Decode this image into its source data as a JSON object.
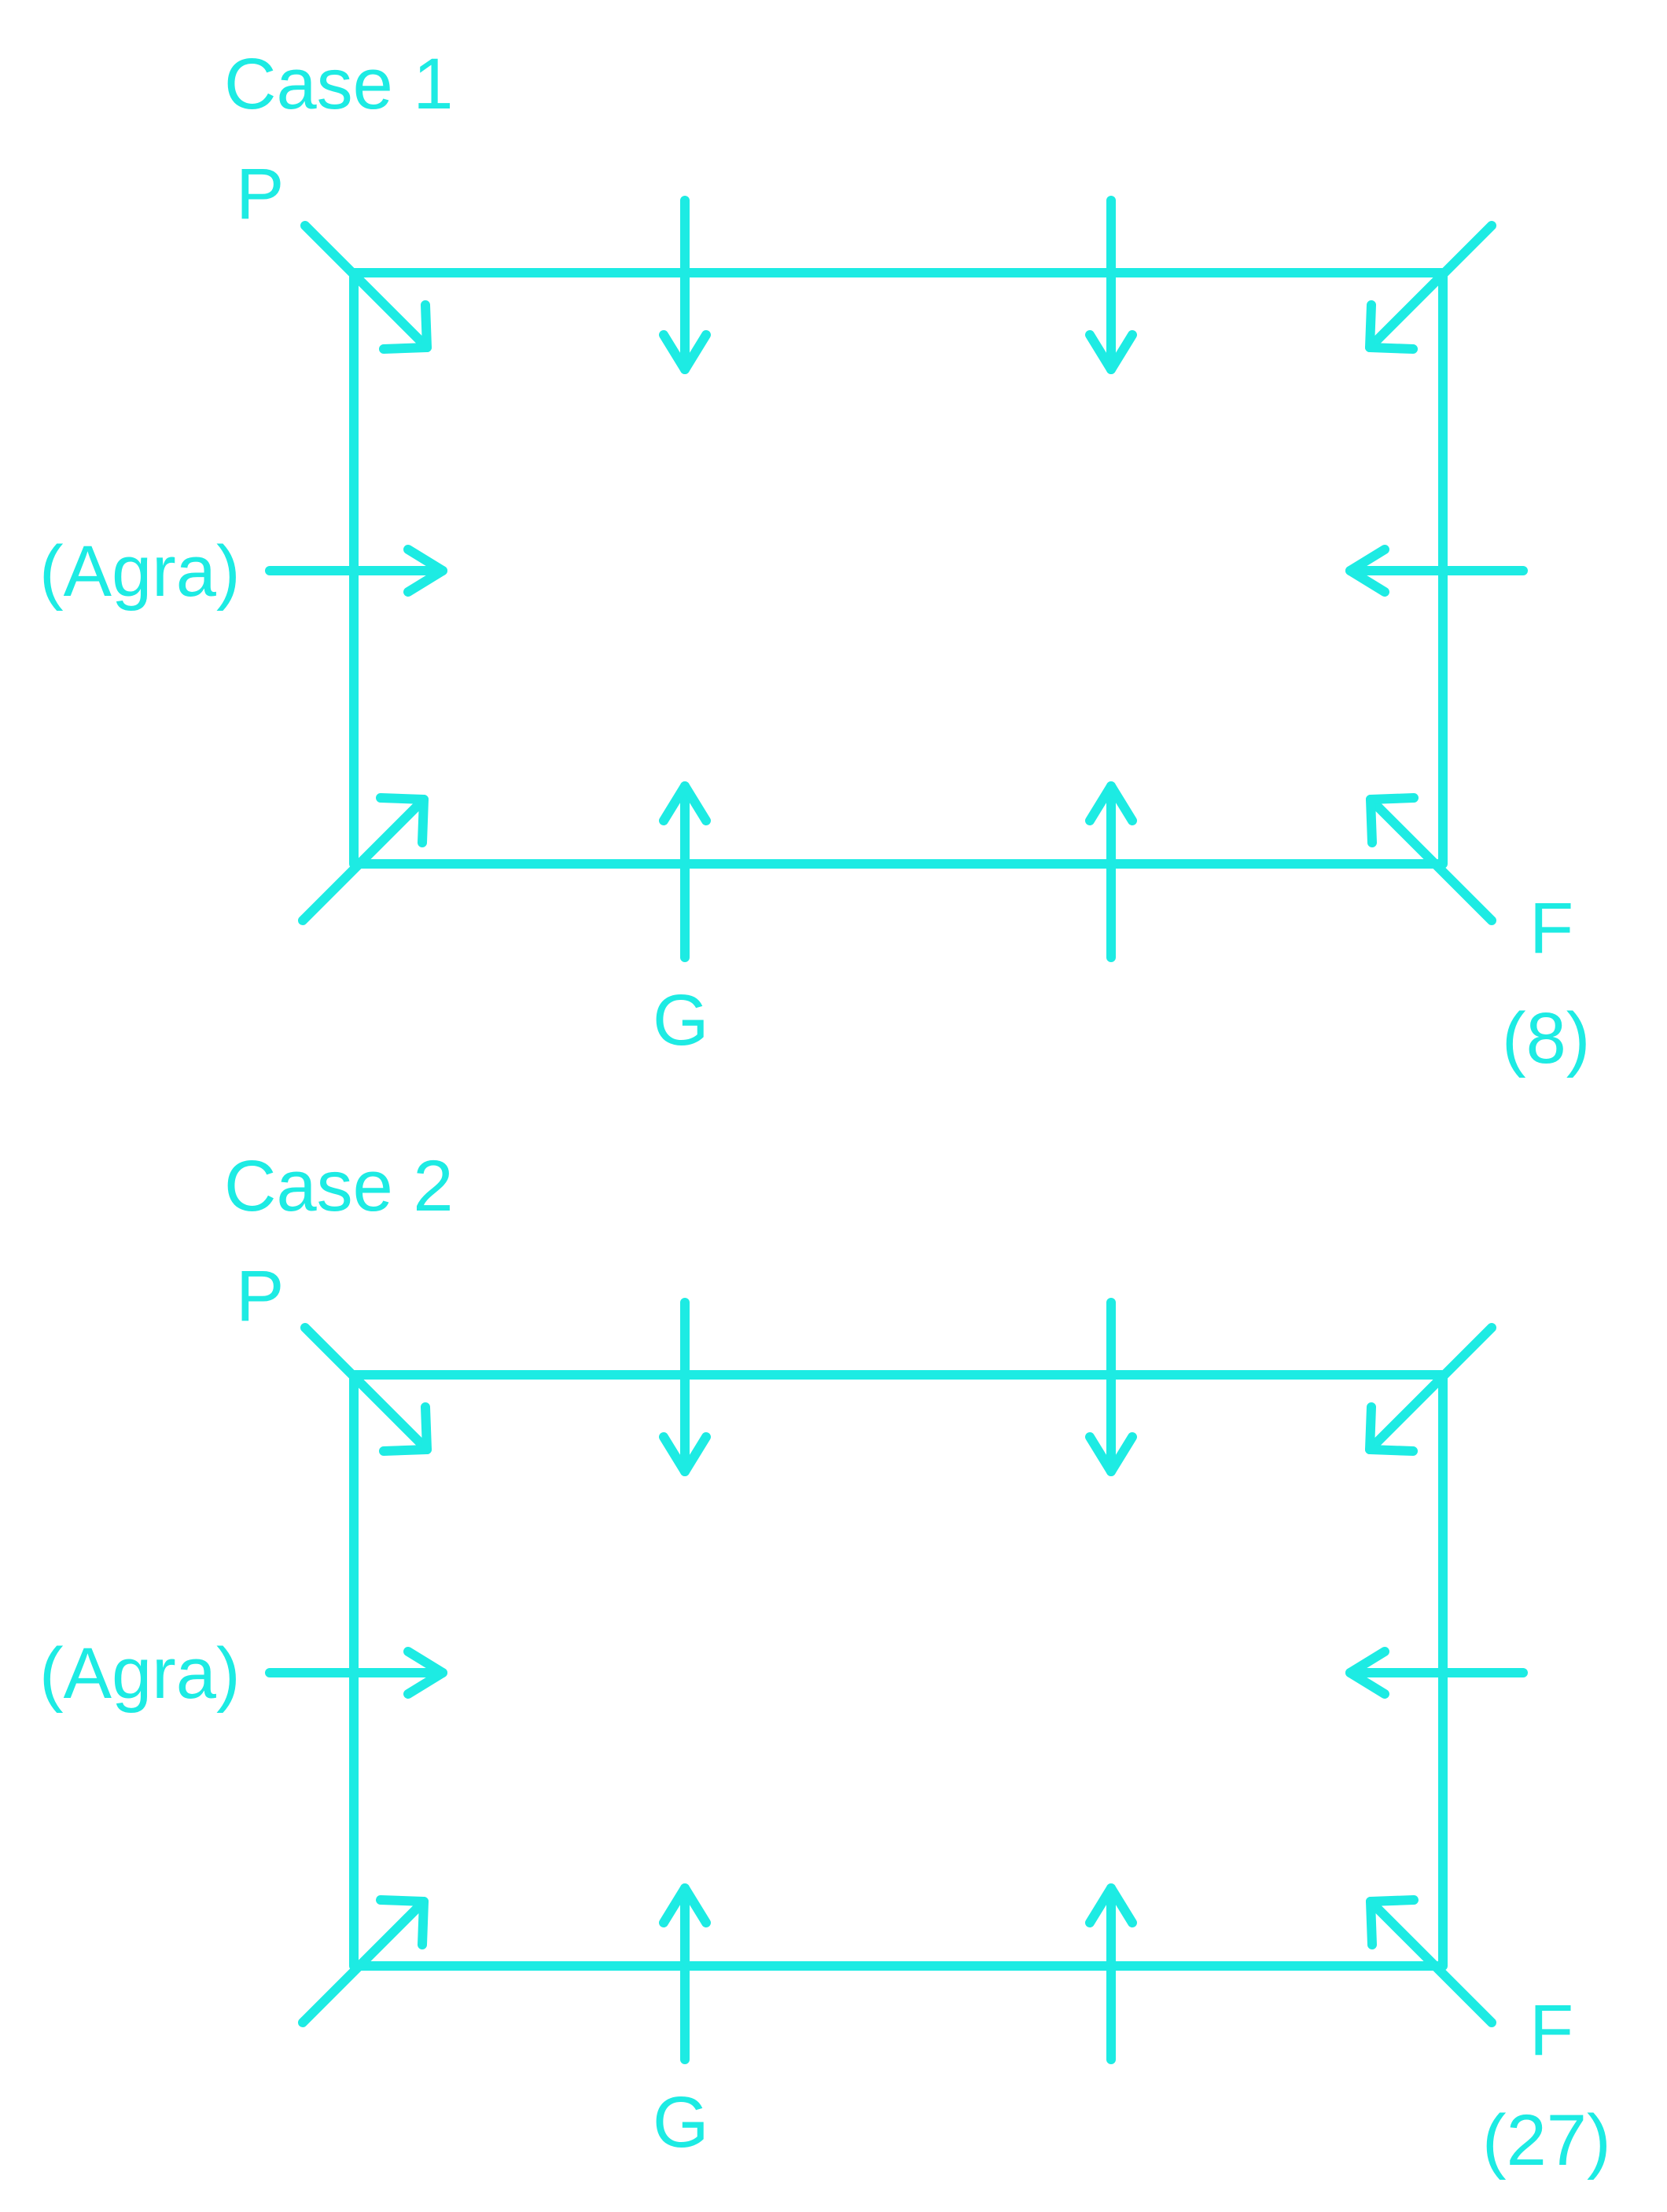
{
  "colors": {
    "line": "#1DEBE3",
    "background": "#ffffff"
  },
  "cases": [
    {
      "title": "Case 1",
      "labels": {
        "top_left": "P",
        "left": "(Agra)",
        "bottom": "G",
        "bottom_right": "F",
        "count": "(8)"
      }
    },
    {
      "title": "Case 2",
      "labels": {
        "top_left": "P",
        "left": "(Agra)",
        "bottom": "G",
        "bottom_right": "F",
        "count": "(27)"
      }
    }
  ]
}
